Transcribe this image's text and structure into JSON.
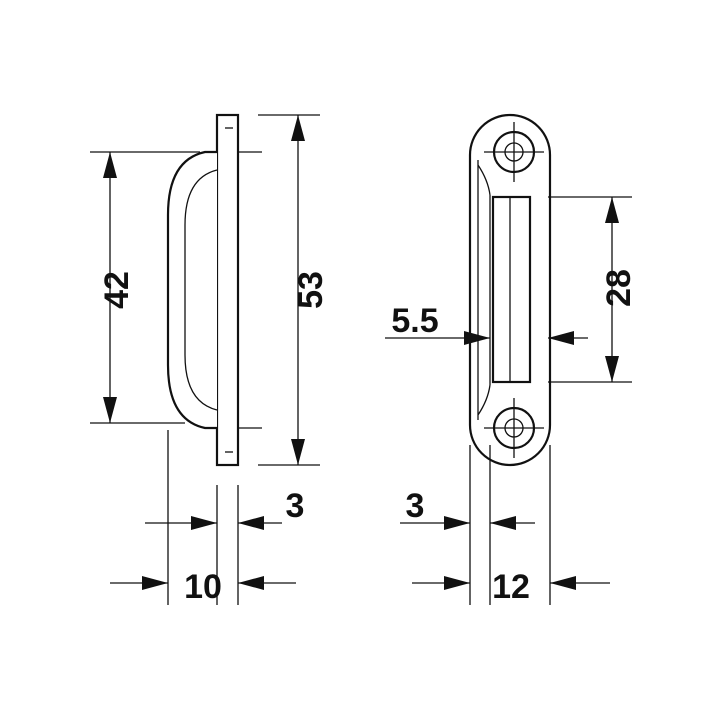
{
  "dimensions": {
    "width_42": "42",
    "height_53": "53",
    "plate_3_left": "3",
    "depth_10": "10",
    "slot_5_5": "5.5",
    "slot_28": "28",
    "offset_3_right": "3",
    "width_12": "12"
  },
  "colors": {
    "line": "#111111",
    "background": "#ffffff"
  }
}
